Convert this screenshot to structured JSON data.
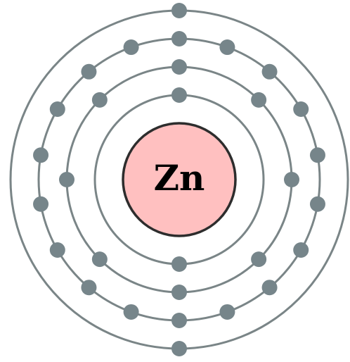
{
  "atom": {
    "symbol": "Zn",
    "electrons_per_shell": [
      2,
      8,
      18,
      2
    ]
  },
  "colors": {
    "nucleus_fill": "#ffc0c0",
    "nucleus_stroke": "#2d2d2d",
    "shell_stroke": "#7a8587",
    "electron_fill": "#76858a"
  }
}
